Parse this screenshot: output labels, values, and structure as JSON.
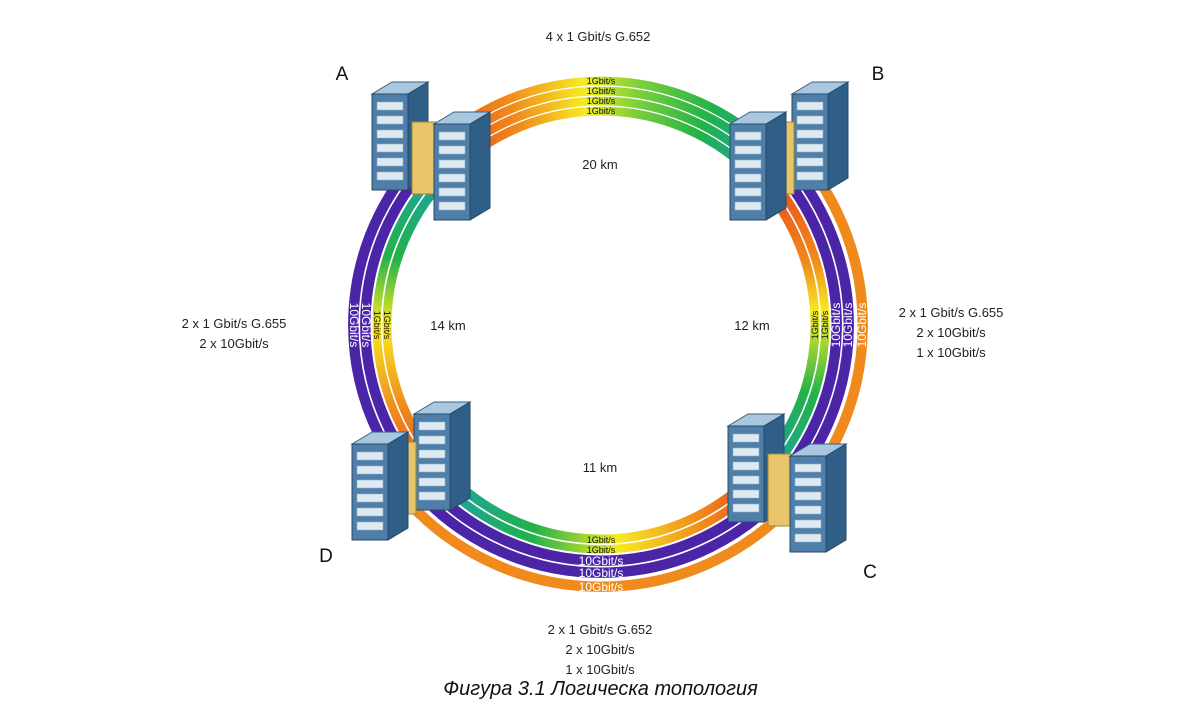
{
  "nodes": {
    "a": "A",
    "b": "B",
    "c": "C",
    "d": "D"
  },
  "links": {
    "ab": {
      "lines": [
        "4 x 1 Gbit/s G.652"
      ],
      "distance": "20 km",
      "fibers": [
        "1Gbit/s",
        "1Gbit/s",
        "1Gbit/s",
        "1Gbit/s"
      ]
    },
    "bc": {
      "lines": [
        "2 x 1 Gbit/s G.655",
        "2 x 10Gbit/s",
        "1 x 10Gbit/s"
      ],
      "distance": "12  km",
      "fibers": [
        "1Gbit/s",
        "1Gbit/s",
        "10Gbit/s",
        "10Gbit/s",
        "10Gbit/s"
      ]
    },
    "cd": {
      "lines": [
        "2 x 1 Gbit/s G.652",
        "2 x 10Gbit/s",
        "1 x 10Gbit/s"
      ],
      "distance": "11 km",
      "fibers": [
        "1Gbit/s",
        "1Gbit/s",
        "10Gbit/s",
        "10Gbit/s",
        "10Gbit/s"
      ]
    },
    "da": {
      "lines": [
        "2 x 1 Gbit/s G.655",
        "2 x 10Gbit/s"
      ],
      "distance": "14  km",
      "fibers": [
        "1Gbit/s",
        "1Gbit/s",
        "10Gbit/s",
        "10Gbit/s"
      ]
    }
  },
  "colors": {
    "violet": "#4b24a8",
    "orange": "#f08a1c",
    "green": "#22b24a",
    "yellow": "#f6ea22",
    "red": "#e8401c",
    "teal": "#1f9fb0",
    "server_front": "#4f7ea8",
    "server_side": "#2f5f86",
    "server_top": "#a9c8e0",
    "cabinet": "#e8c46a"
  },
  "caption": "Фигура 3.1 Логическа топология"
}
